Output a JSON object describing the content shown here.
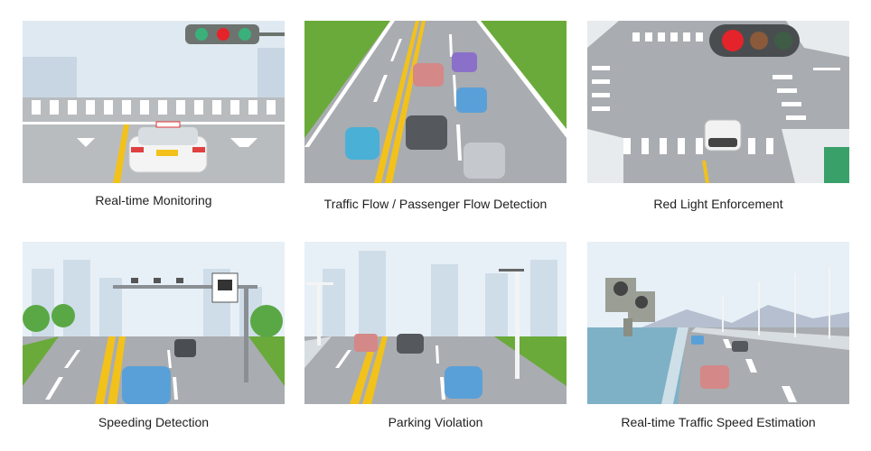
{
  "cards": [
    {
      "caption": "Real-time Monitoring",
      "image": "intersection-rear-view-car-icon"
    },
    {
      "caption": "Traffic Flow / Passenger Flow Detection",
      "image": "multi-lane-traffic-icon"
    },
    {
      "caption": "Red Light Enforcement",
      "image": "red-traffic-light-crossing-icon"
    },
    {
      "caption": "Speeding Detection",
      "image": "gantry-camera-highway-icon"
    },
    {
      "caption": "Parking Violation",
      "image": "street-lamp-camera-road-icon"
    },
    {
      "caption": "Real-time Traffic Speed Estimation",
      "image": "speed-camera-bridge-icon"
    }
  ],
  "colors": {
    "road": "#a9acb0",
    "lane_yellow": "#f2c21b",
    "grass": "#6aaa3a",
    "sky": "#e4eef6",
    "signal_red": "#e5232a",
    "signal_green": "#3ab07a"
  }
}
